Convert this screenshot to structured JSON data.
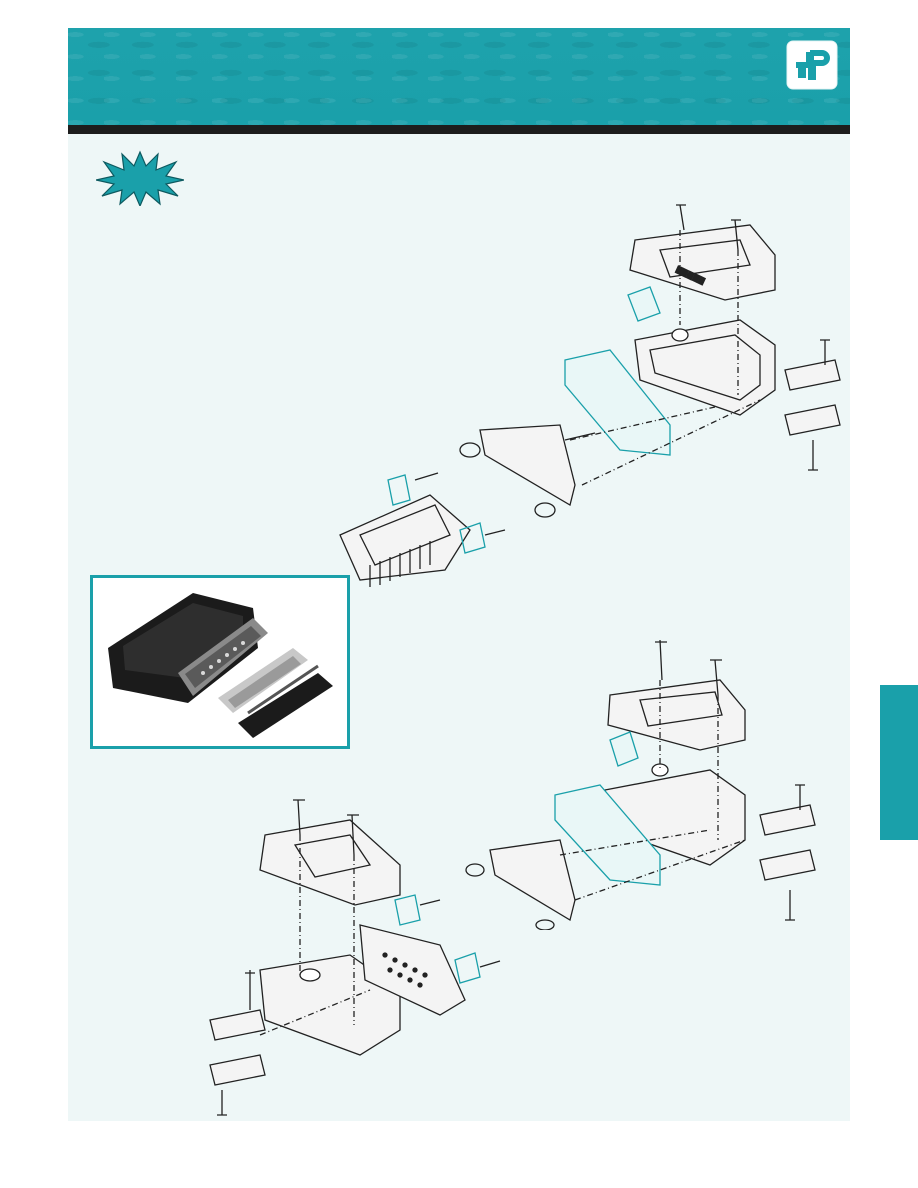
{
  "page": {
    "accent_color": "#1aa0aa",
    "header_rule_color": "#1d1d1d",
    "panel_color": "#eef7f7"
  },
  "logo": {
    "icon": "company-logo-icon"
  },
  "new_badge": {
    "icon": "starburst-icon"
  },
  "photo": {
    "icon": "connector-hood-photo"
  },
  "diagrams": [
    {
      "icon": "exploded-assembly-diagram-top"
    },
    {
      "icon": "exploded-assembly-diagram-bottom-right"
    },
    {
      "icon": "exploded-assembly-diagram-bottom-left"
    }
  ],
  "side_tab": {
    "color": "#1aa0aa"
  }
}
